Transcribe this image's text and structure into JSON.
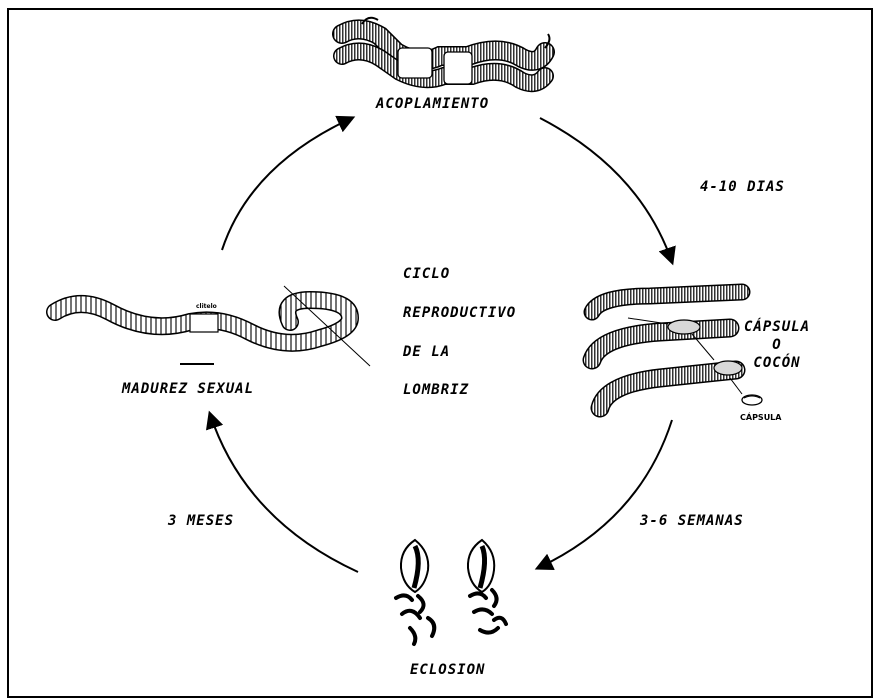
{
  "title_lines": [
    "CICLO",
    "REPRODUCTIVO",
    "DE LA",
    "LOMBRIZ"
  ],
  "stages": {
    "mating": "ACOPLAMIENTO",
    "maturity": "MADUREZ SEXUAL",
    "hatching": "ECLOSION",
    "capsule": [
      "CÁPSULA",
      "O",
      "COCÓN"
    ]
  },
  "durations": {
    "mating_to_capsule": "4-10 DIAS",
    "capsule_to_hatching": "3-6 SEMANAS",
    "hatching_to_maturity": "3 MESES"
  },
  "annotations": {
    "clitellum": "clitelo",
    "capsule_small": "CÁPSULA"
  }
}
